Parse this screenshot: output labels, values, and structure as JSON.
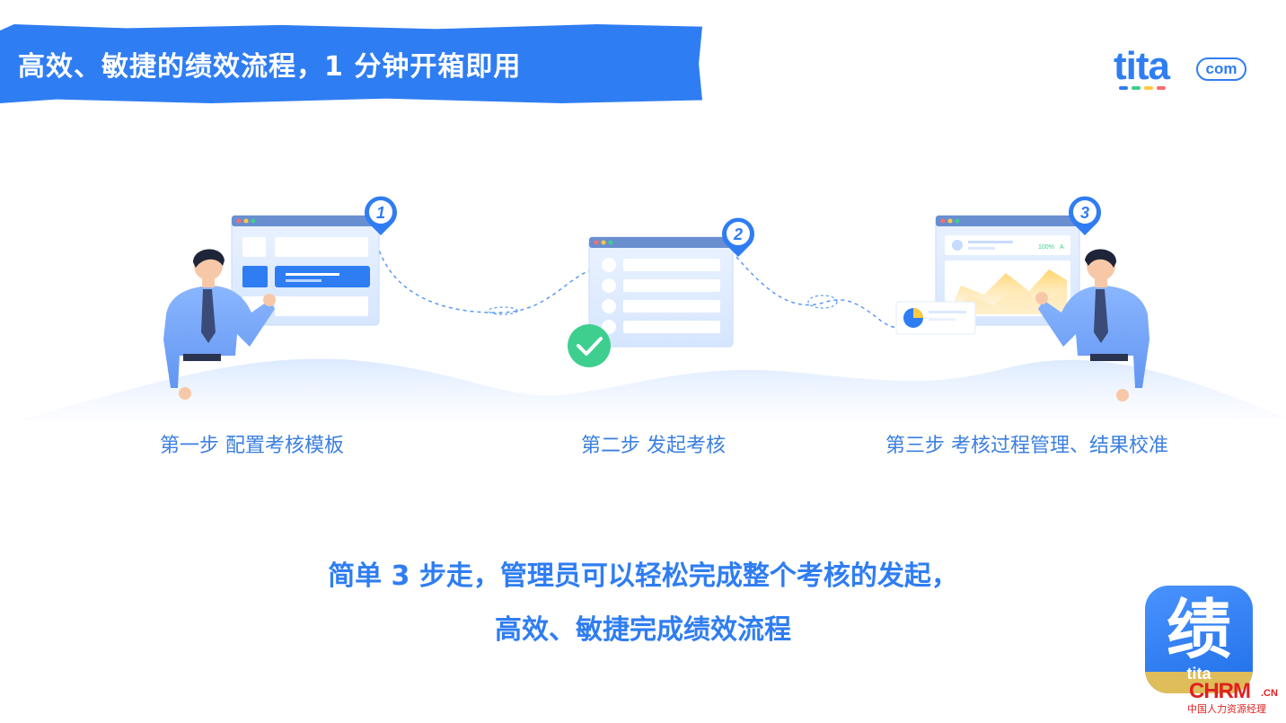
{
  "header": {
    "title": "高效、敏捷的绩效流程，1 分钟开箱即用",
    "logo_main": "tita",
    "logo_com": "com"
  },
  "steps": [
    {
      "number": "1",
      "label": "第一步 配置考核模板"
    },
    {
      "number": "2",
      "label": "第二步 发起考核"
    },
    {
      "number": "3",
      "label": "第三步 考核过程管理、结果校准"
    }
  ],
  "screen3": {
    "percent": "100%",
    "mark": "A"
  },
  "tagline": {
    "line1": "简单 3 步走，管理员可以轻松完成整个考核的发起，",
    "line2": "高效、敏捷完成绩效流程"
  },
  "app_icon": {
    "char": "绩",
    "text": "tita"
  },
  "watermark": {
    "main": "CHRM",
    "cn": ".CN",
    "sub": "中国人力资源经理"
  },
  "colors": {
    "brand_blue": "#2f7df2",
    "label_blue": "#3b7fe0",
    "check_green": "#3ecf8e",
    "watermark_red": "#e02020"
  }
}
